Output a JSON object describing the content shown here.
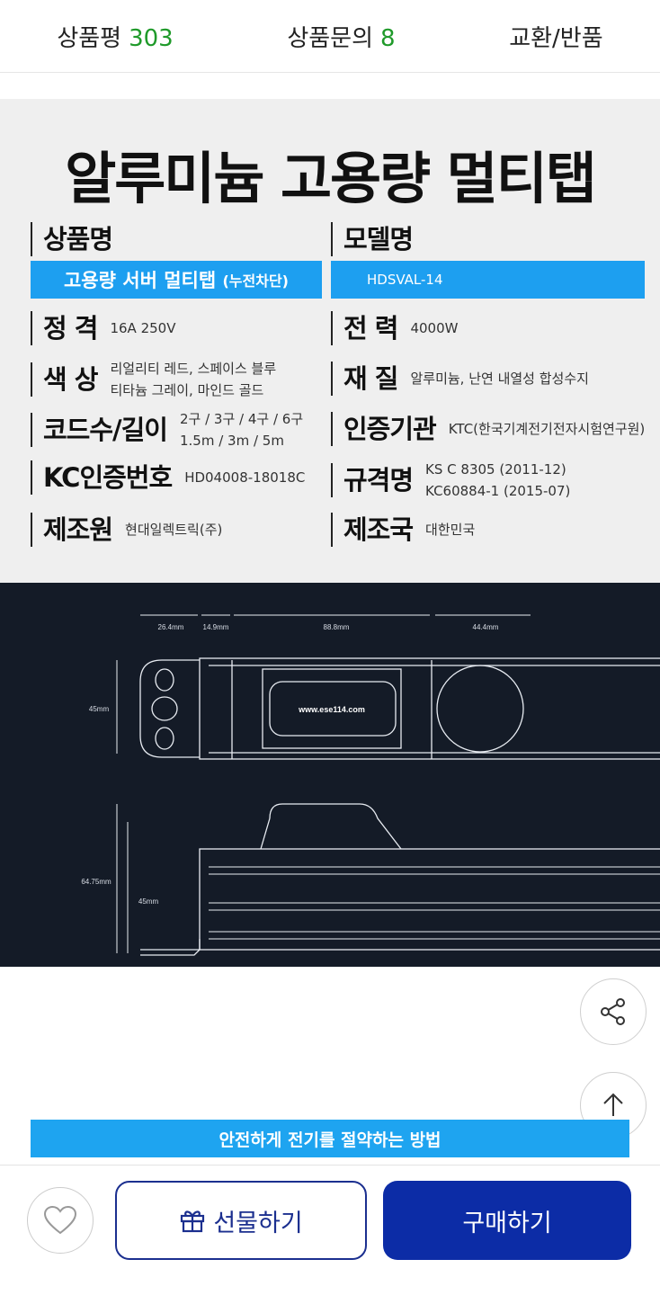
{
  "tabs": [
    {
      "label": "상품평",
      "count": "303"
    },
    {
      "label": "상품문의",
      "count": "8"
    },
    {
      "label": "교환/반품"
    }
  ],
  "spec": {
    "title": "알루미늄 고용량 멀티탭",
    "product_name_label": "상품명",
    "product_name": "고용량 서버 멀티탭",
    "product_name_sub": "(누전차단)",
    "model_label": "모델명",
    "model": "HDSVAL-14",
    "rating_label": "정 격",
    "rating": "16A 250V",
    "power_label": "전 력",
    "power": "4000W",
    "color_label": "색 상",
    "color_1": "리얼리티 레드, 스페이스 블루",
    "color_2": "티타늄 그레이, 마인드 골드",
    "material_label": "재 질",
    "material": "알루미늄, 난연 내열성 합성수지",
    "cord_label": "코드수/길이",
    "cord_1": "2구 / 3구 / 4구 / 6구",
    "cord_2": "1.5m / 3m / 5m",
    "cert_org_label": "인증기관",
    "cert_org": "KTC(한국기계전기전자시험연구원)",
    "kc_label": "KC인증번호",
    "kc": "HD04008-18018C",
    "std_label": "규격명",
    "std_1": "KS C 8305 (2011-12)",
    "std_2": "KC60884-1 (2015-07)",
    "maker_label": "제조원",
    "maker": "현대일렉트릭(주)",
    "country_label": "제조국",
    "country": "대한민국"
  },
  "diagram": {
    "dims": [
      "26.4mm",
      "14.9mm",
      "88.8mm",
      "44.4mm"
    ],
    "height_top": "45mm",
    "height_total": "64.75mm",
    "height_body": "45mm",
    "url": "www.ese114.com"
  },
  "banner": "안전하게 전기를 절약하는 방법",
  "bottom": {
    "gift": "선물하기",
    "buy": "구매하기"
  },
  "colors": {
    "accent": "#1d9ff0",
    "navy": "#0c2ca6",
    "count": "#1f9a2a"
  }
}
